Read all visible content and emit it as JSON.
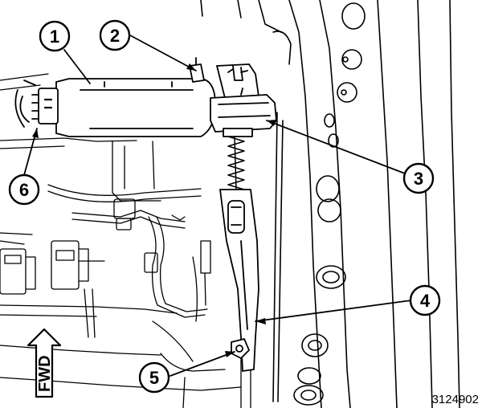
{
  "callouts": [
    {
      "id": "1",
      "label": "1"
    },
    {
      "id": "2",
      "label": "2"
    },
    {
      "id": "3",
      "label": "3"
    },
    {
      "id": "4",
      "label": "4"
    },
    {
      "id": "5",
      "label": "5"
    },
    {
      "id": "6",
      "label": "6"
    }
  ],
  "direction_label": "FWD",
  "figure_number": "3124902",
  "colors": {
    "line": "#000000",
    "background": "#ffffff"
  },
  "icons": [
    "forward-arrow-icon"
  ]
}
